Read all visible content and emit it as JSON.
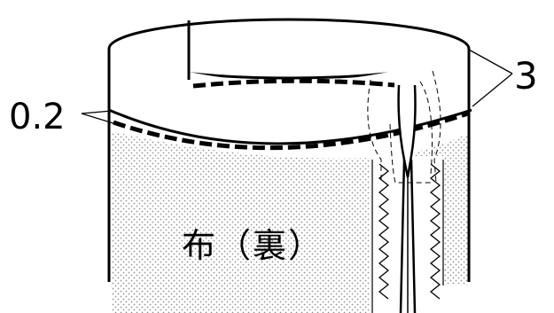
{
  "labels": {
    "seam_allowance": "0.2",
    "waistband_width": "3",
    "fabric": "布（裏）"
  },
  "colors": {
    "line": "#000000",
    "background": "#ffffff",
    "dot": "#9a9a9a"
  }
}
